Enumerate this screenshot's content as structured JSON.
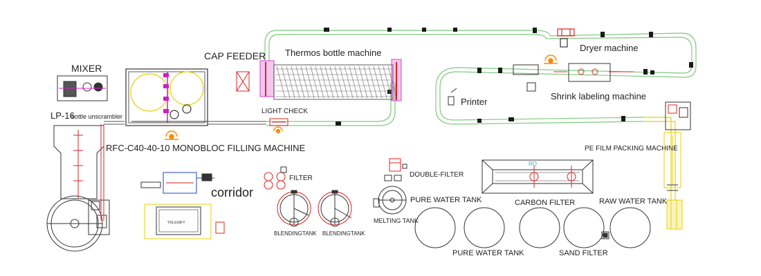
{
  "labels": {
    "mixer": "MIXER",
    "cap_feeder": "CAP FEEDER",
    "thermos_bottle_machine": "Thermos bottle machine",
    "dryer_machine": "Dryer machine",
    "printer": "Printer",
    "shrink_labeling_machine": "Shrink labeling machine",
    "bottle_unscrambler_model": "LP-16",
    "bottle_unscrambler_text": "bottle unscrambler",
    "light_check": "LIGHT CHECK",
    "filling_machine": "RFC-C40-40-10 MONOBLOC FILLING MACHINE",
    "pe_film_packing_machine": "PE FILM PACKING MACHINE",
    "filter": "FILTER",
    "double_filter": "DOUBLE-FILTER",
    "corridor": "corridor",
    "ro": "RO",
    "pure_water_tank_top": "PURE WATER TANK",
    "carbon_filter": "CARBON FILTER",
    "raw_water_tank": "RAW WATER TANK",
    "pure_water_tank_bottom": "PURE WATER TANK",
    "sand_filter": "SAND FILTER",
    "melting_tank": "MELTING TANK",
    "blending_tank_1": "BLENDINGTANK",
    "blending_tank_2": "BLENDINGTANK",
    "control_panel": "YDLG16FY"
  },
  "colors": {
    "conveyor": "#7ec97e",
    "magenta": "#d020c0",
    "red": "#e02020",
    "yellow": "#e8d000",
    "orange": "#ff8800",
    "cyan": "#20b0d0",
    "blue": "#2040c0",
    "line": "#333333"
  }
}
